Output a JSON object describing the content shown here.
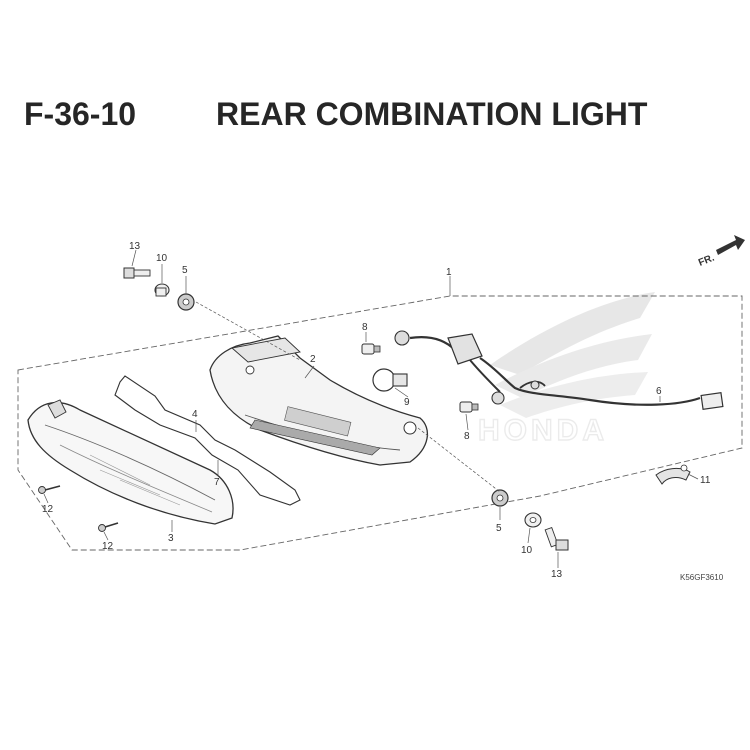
{
  "header": {
    "figure_number": "F-36-10",
    "title": "REAR COMBINATION LIGHT"
  },
  "direction_marker": "FR.",
  "watermark": "HONDA",
  "drawing_code": "K56GF3610",
  "callouts": {
    "c1": "1",
    "c2": "2",
    "c3": "3",
    "c4": "4",
    "c5a": "5",
    "c5b": "5",
    "c6": "6",
    "c7": "7",
    "c8a": "8",
    "c8b": "8",
    "c9": "9",
    "c10a": "10",
    "c10b": "10",
    "c11": "11",
    "c12a": "12",
    "c12b": "12",
    "c13a": "13",
    "c13b": "13"
  }
}
